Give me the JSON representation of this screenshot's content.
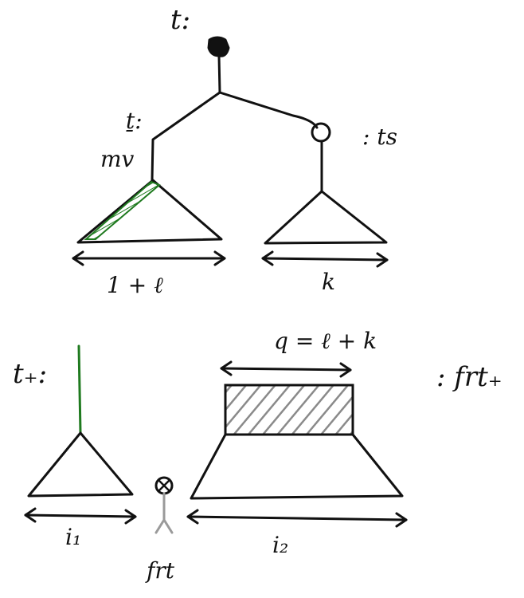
{
  "labels": {
    "root_t": "t:",
    "t_minus": "ṯ:",
    "mv": "mv",
    "ts": ": ts",
    "left_width": "1 + ℓ",
    "right_width": "k",
    "t_plus": "t₊:",
    "q_eq": "q = ℓ + k",
    "frt_plus": ": frt₊",
    "i1": "i₁",
    "i2": "i₂",
    "frt": "frt"
  },
  "colors": {
    "ink": "#111111",
    "green": "#1f7a1f",
    "hatch": "#8a8a8a",
    "grey_stem": "#9a9a9a"
  }
}
